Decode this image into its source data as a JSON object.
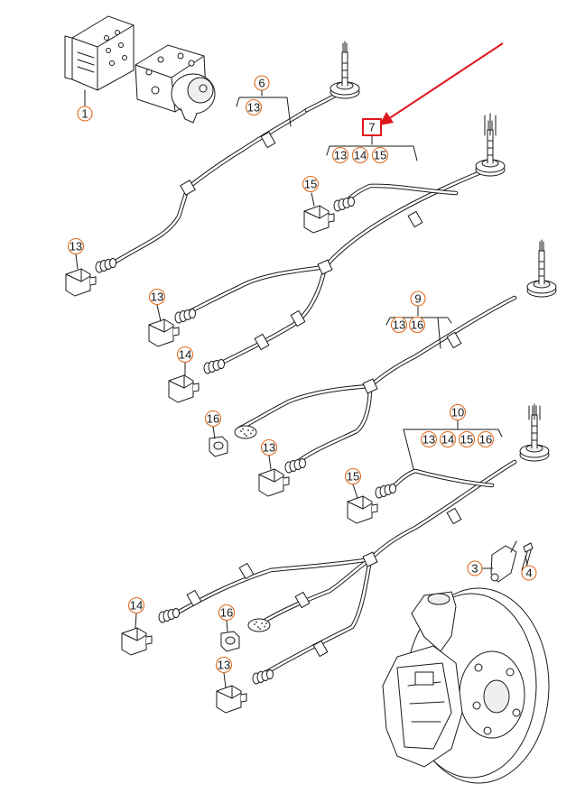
{
  "callouts": {
    "c1": "1",
    "c6": "6",
    "c6a": "13",
    "c7": "7",
    "c7a": "13",
    "c7b": "14",
    "c7c": "15",
    "c13a": "13",
    "c15a": "15",
    "c13b": "13",
    "c14a": "14",
    "c16a": "16",
    "c13c": "13",
    "c15b": "15",
    "c9": "9",
    "c9a": "13",
    "c9b": "16",
    "c10": "10",
    "c10a": "13",
    "c10b": "14",
    "c10c": "15",
    "c10d": "16",
    "c3": "3",
    "c4": "4",
    "c14b": "14",
    "c16b": "16",
    "c13d": "13"
  },
  "colors": {
    "callout_outline": "#e06a1c",
    "highlight": "#e0161c",
    "line": "#1a1a1a"
  }
}
